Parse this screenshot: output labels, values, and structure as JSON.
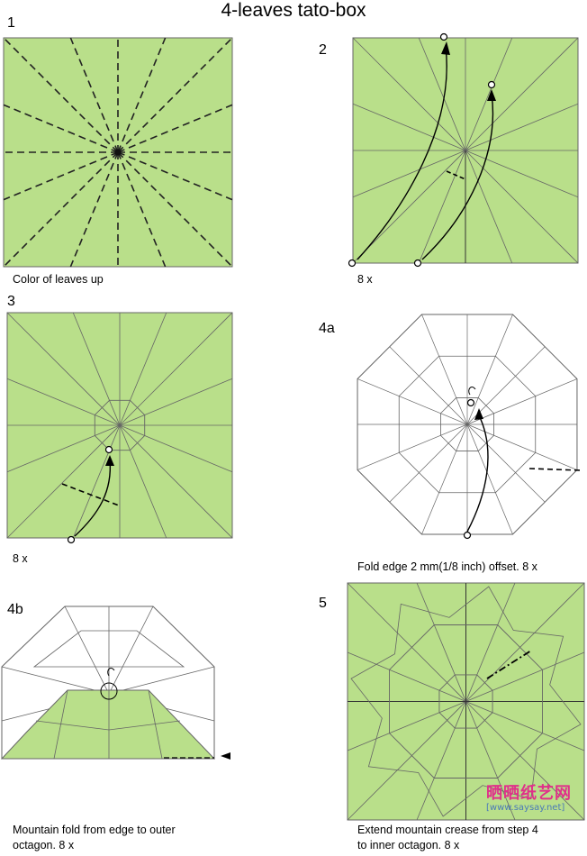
{
  "title": "4-leaves tato-box",
  "colors": {
    "paper_green": "#b9df8a",
    "crease": "#666666",
    "white": "#ffffff"
  },
  "steps": [
    {
      "num": "1",
      "caption": "Color of leaves up"
    },
    {
      "num": "2",
      "caption": "8 x"
    },
    {
      "num": "3",
      "caption": "8 x"
    },
    {
      "num": "4a",
      "caption": "Fold edge 2 mm(1/8 inch) offset. 8 x"
    },
    {
      "num": "4b",
      "caption_line1": "Mountain fold from edge to outer",
      "caption_line2": "octagon. 8 x"
    },
    {
      "num": "5",
      "caption_line1": "Extend mountain crease from step 4",
      "caption_line2": "to inner octagon. 8 x"
    }
  ],
  "watermark": {
    "text": "晒晒纸艺网",
    "url": "[www.saysay.net]"
  }
}
